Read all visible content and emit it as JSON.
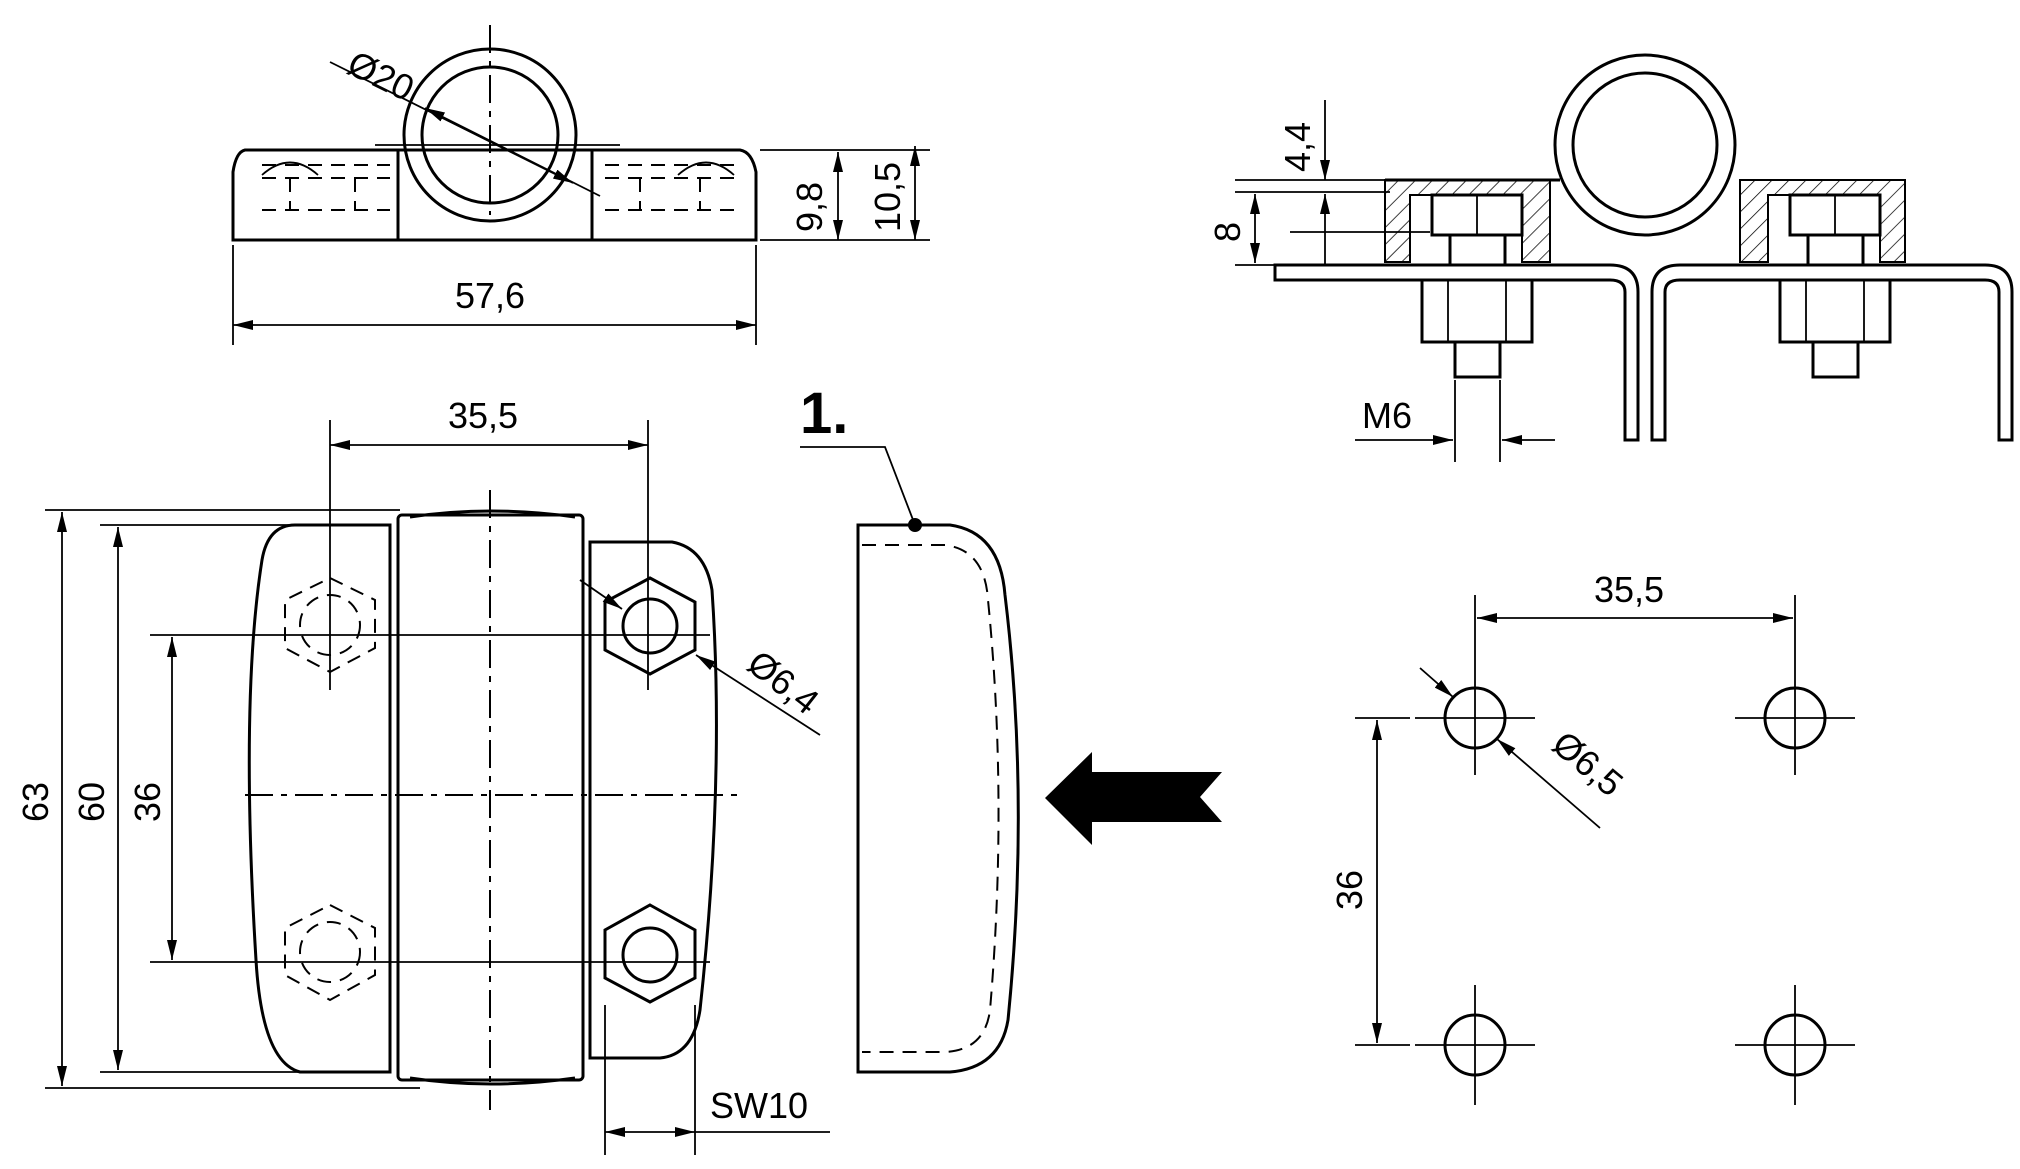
{
  "top_view": {
    "dim_diameter": "Ø20",
    "dim_width": "57,6",
    "dim_height_inner": "9,8",
    "dim_height_outer": "10,5"
  },
  "front_view": {
    "dim_hole_spacing_x": "35,5",
    "dim_height_total": "63",
    "dim_height_body": "60",
    "dim_hole_spacing_y": "36",
    "dim_hole_diameter": "Ø6,4",
    "dim_wrench_size": "SW10"
  },
  "cover": {
    "callout": "1."
  },
  "section_view": {
    "dim_top": "4,4",
    "dim_height": "8",
    "dim_thread": "M6"
  },
  "drill_pattern": {
    "dim_spacing_x": "35,5",
    "dim_spacing_y": "36",
    "dim_hole_diameter": "Ø6,5"
  }
}
